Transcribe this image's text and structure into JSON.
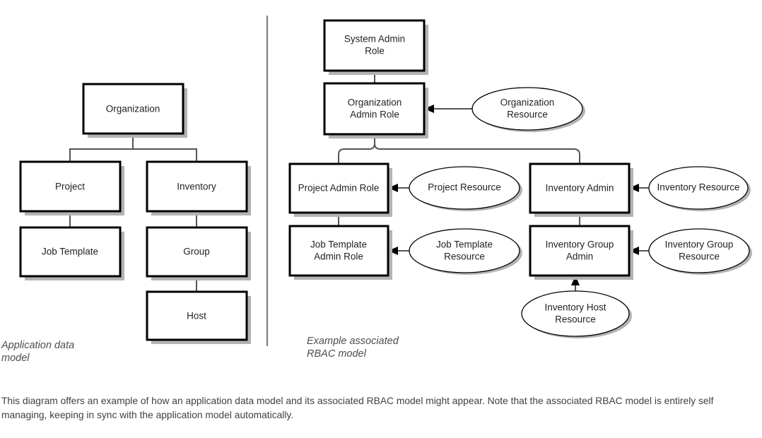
{
  "figure": {
    "captions": {
      "left": "Application data\nmodel",
      "right": "Example associated\nRBAC model"
    },
    "body_text": "This diagram offers an example of how an application data model and its associated RBAC model might appear. Note that the associated RBAC model is entirely self managing, keeping in sync with the application model automatically.",
    "colors": {
      "box_stroke": "#000000",
      "box_fill": "#ffffff",
      "shadow": "#b3b3b3",
      "connector": "#555555",
      "divider": "#808080",
      "text": "#231f20",
      "caption_text": "#4d4d4d",
      "body_text": "#3f3f3f"
    }
  },
  "left_panel": {
    "nodes": {
      "organization": "Organization",
      "project": "Project",
      "job_template": "Job Template",
      "inventory": "Inventory",
      "group": "Group",
      "host": "Host"
    }
  },
  "right_panel": {
    "role_nodes": {
      "system_admin_role": "System Admin\nRole",
      "system_admin_role_l1": "System Admin",
      "system_admin_role_l2": "Role",
      "organization_admin_role_l1": "Organization",
      "organization_admin_role_l2": "Admin Role",
      "project_admin_role": "Project Admin Role",
      "job_template_admin_role_l1": "Job Template",
      "job_template_admin_role_l2": "Admin Role",
      "inventory_admin": "Inventory Admin",
      "inventory_group_admin_l1": "Inventory Group",
      "inventory_group_admin_l2": "Admin"
    },
    "resource_nodes": {
      "organization_resource_l1": "Organization",
      "organization_resource_l2": "Resource",
      "project_resource": "Project Resource",
      "job_template_resource_l1": "Job Template",
      "job_template_resource_l2": "Resource",
      "inventory_resource": "Inventory Resource",
      "inventory_group_resource_l1": "Inventory Group",
      "inventory_group_resource_l2": "Resource",
      "inventory_host_resource_l1": "Inventory Host",
      "inventory_host_resource_l2": "Resource"
    }
  }
}
